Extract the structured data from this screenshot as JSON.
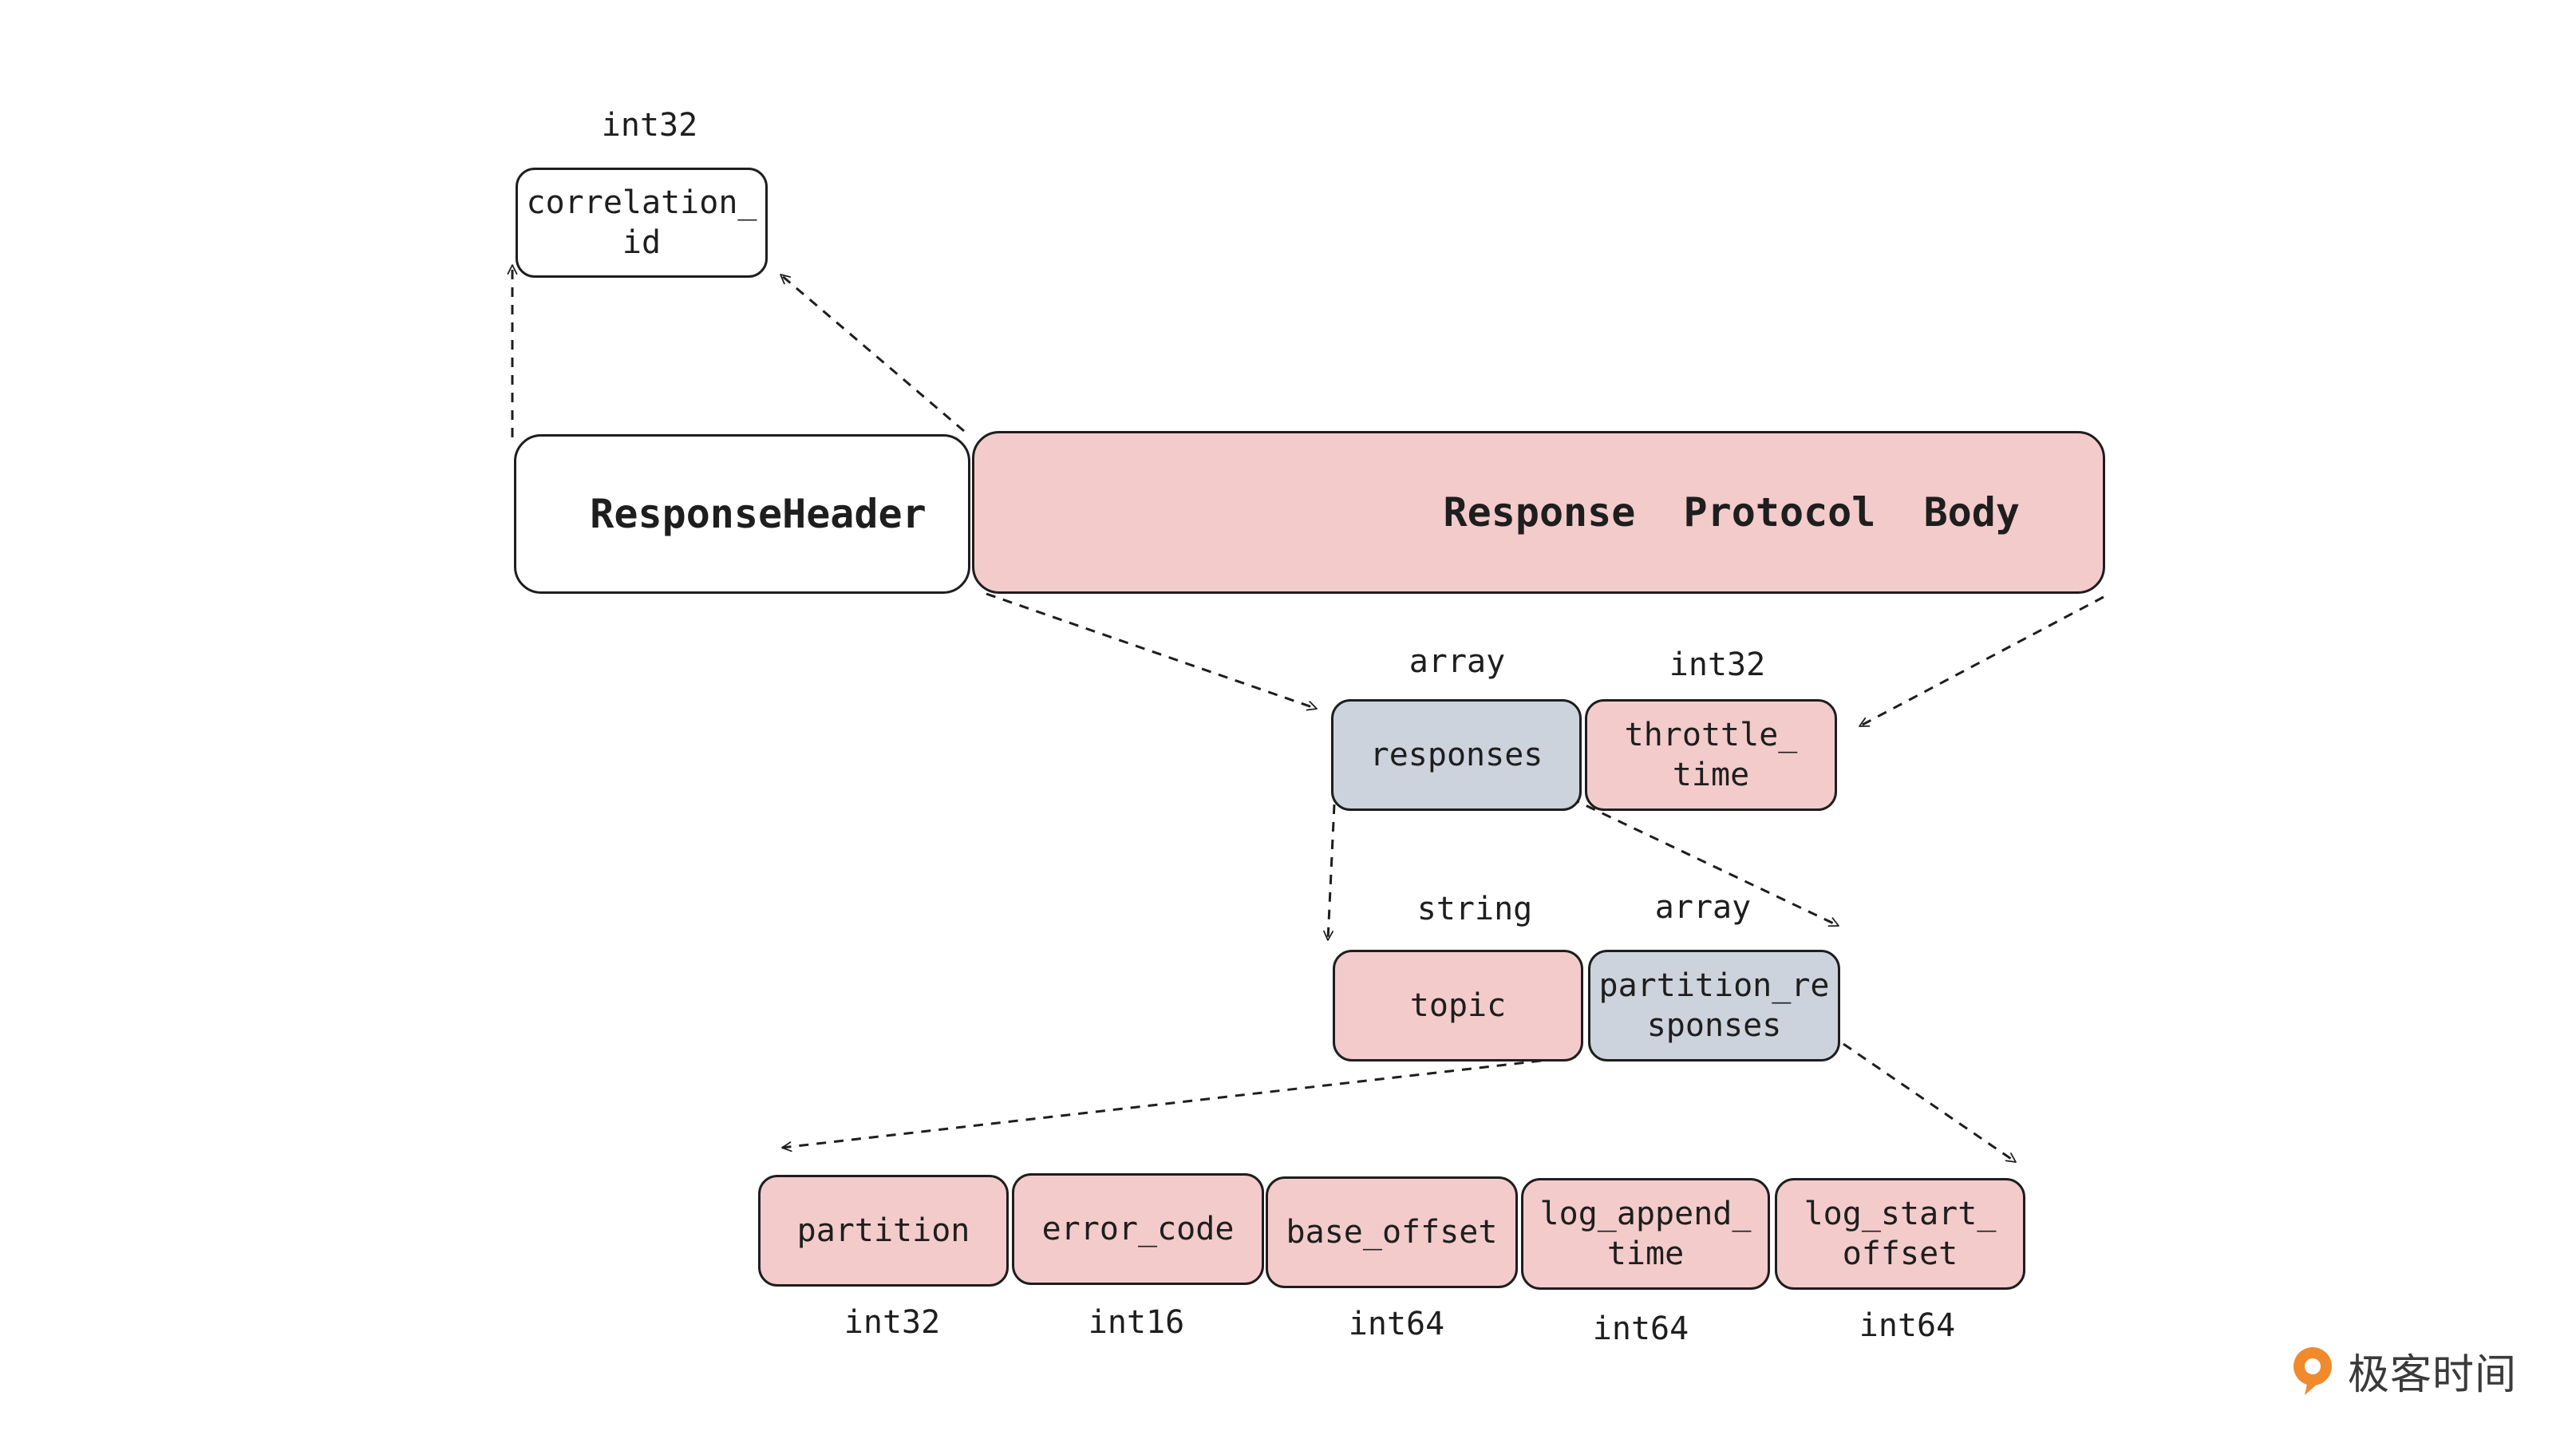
{
  "header_section": {
    "correlation_id": {
      "label": "correlation_\nid",
      "type": "int32"
    },
    "response_header": {
      "label": "ResponseHeader"
    },
    "response_body": {
      "label": "Response  Protocol  Body"
    }
  },
  "body_fields": {
    "responses": {
      "label": "responses",
      "type": "array"
    },
    "throttle_time": {
      "label": "throttle_\ntime",
      "type": "int32"
    }
  },
  "response_fields": {
    "topic": {
      "label": "topic",
      "type": "string"
    },
    "partition_responses": {
      "label": "partition_re\nsponses",
      "type": "array"
    }
  },
  "partition_fields": [
    {
      "label": "partition",
      "type": "int32"
    },
    {
      "label": "error_code",
      "type": "int16"
    },
    {
      "label": "base_offset",
      "type": "int64"
    },
    {
      "label": "log_append_\ntime",
      "type": "int64"
    },
    {
      "label": "log_start_\noffset",
      "type": "int64"
    }
  ],
  "logo": {
    "text": "极客时间",
    "icon": "geektime-logo-icon"
  },
  "colors": {
    "stroke": "#1e1e1e",
    "pink_fill": "#f3cbcb",
    "gray_fill": "#ccd3dc",
    "white_fill": "#ffffff",
    "logo_orange": "#f08a2c"
  }
}
